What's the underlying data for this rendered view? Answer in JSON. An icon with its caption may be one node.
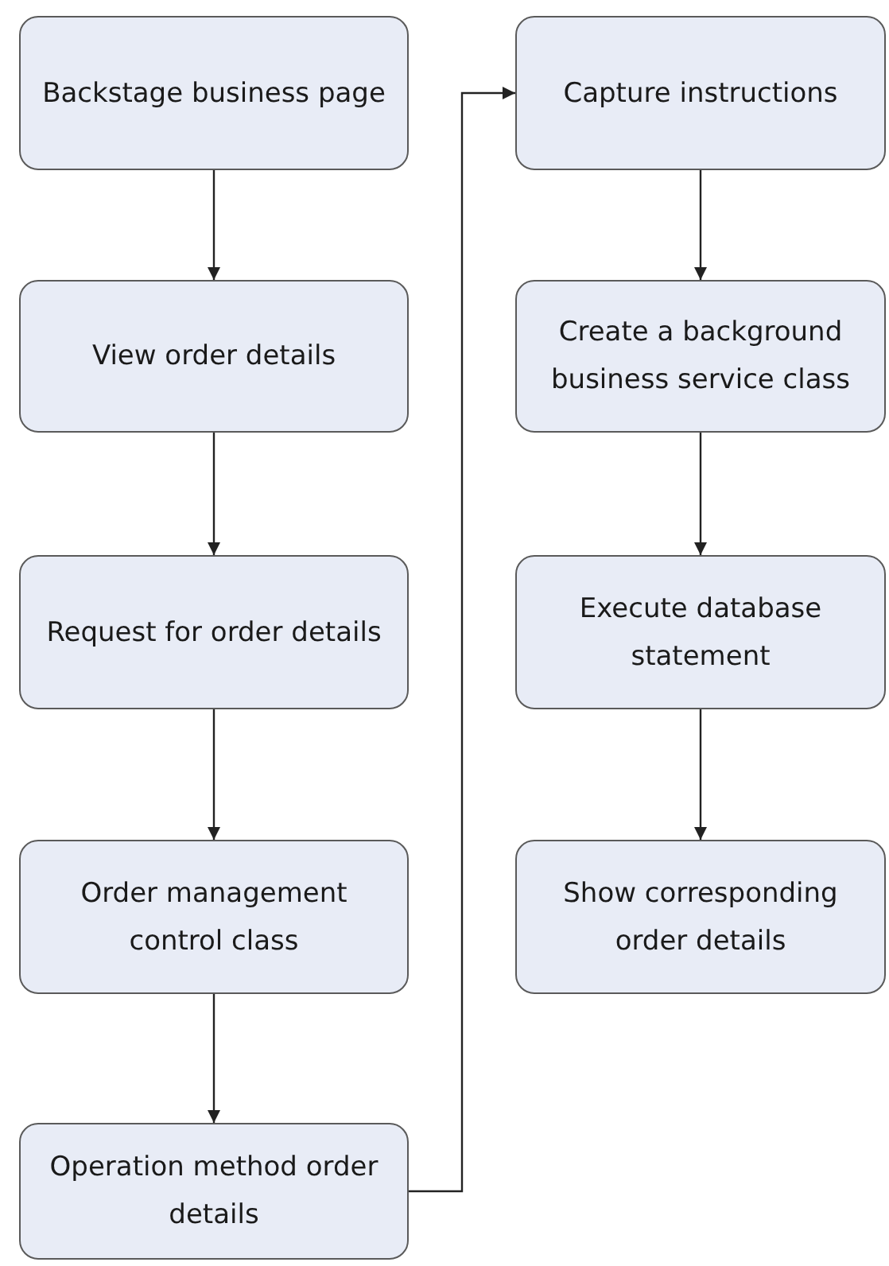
{
  "diagram": {
    "nodes": [
      {
        "text": [
          "Backstage business page"
        ]
      },
      {
        "text": [
          "View order details"
        ]
      },
      {
        "text": [
          "Request for order details"
        ]
      },
      {
        "text": [
          "Order management control class"
        ]
      },
      {
        "text": [
          "Operation method order details"
        ]
      },
      {
        "text": [
          "Capture instructions"
        ]
      },
      {
        "text": [
          "Create a background business service class"
        ]
      },
      {
        "text": [
          "Execute database statement"
        ]
      },
      {
        "text": [
          "Show corresponding order details"
        ]
      }
    ],
    "edges": [
      {
        "from": 0,
        "to": 1,
        "arrow": "to"
      },
      {
        "from": 1,
        "to": 2,
        "arrow": "to"
      },
      {
        "from": 2,
        "to": 3,
        "arrow": "to"
      },
      {
        "from": 3,
        "to": 4,
        "arrow": "to"
      },
      {
        "from": 4,
        "to": 5,
        "arrow": "to"
      },
      {
        "from": 5,
        "to": 6,
        "arrow": "to"
      },
      {
        "from": 6,
        "to": 7,
        "arrow": "to"
      },
      {
        "from": 7,
        "to": 8,
        "arrow": "to"
      }
    ]
  }
}
